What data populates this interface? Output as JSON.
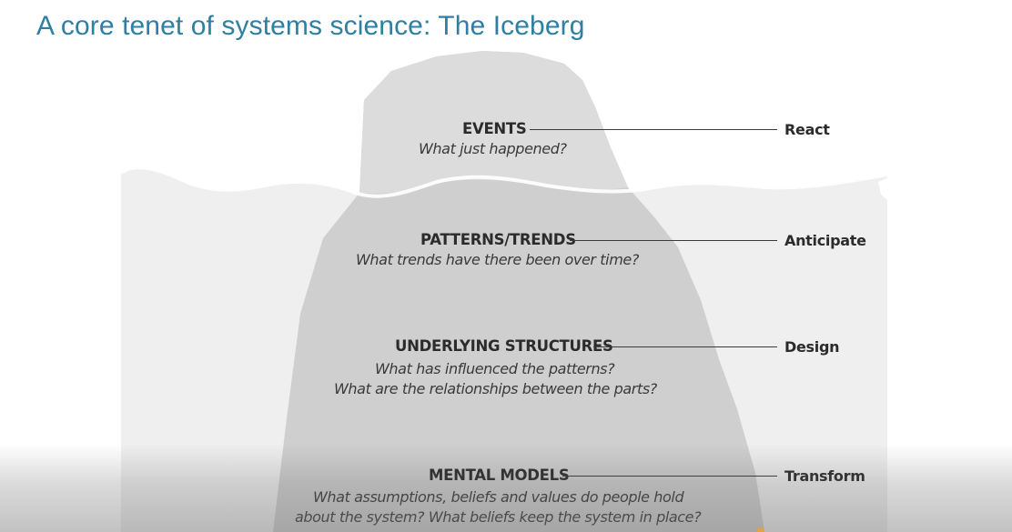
{
  "slide": {
    "title": "A core tenet of systems science: The Iceberg"
  },
  "levels": [
    {
      "heading": "EVENTS",
      "questions": [
        "What just happened?"
      ],
      "response": "React"
    },
    {
      "heading": "PATTERNS/TRENDS",
      "questions": [
        "What trends have there been over time?"
      ],
      "response": "Anticipate"
    },
    {
      "heading": "UNDERLYING STRUCTURES",
      "questions": [
        "What has influenced the patterns?",
        "What are the relationships between the parts?"
      ],
      "response": "Design"
    },
    {
      "heading": "MENTAL MODELS",
      "questions": [
        "What assumptions, beliefs and values do people hold",
        "about the system? What beliefs keep the system in place?"
      ],
      "response": "Transform"
    }
  ],
  "colors": {
    "title": "#2f7fa3",
    "iceberg_tip": "#d9d9d9",
    "iceberg_body": "#c9c9c9",
    "water": "#f1f1f1",
    "text": "#2b2b2b"
  }
}
